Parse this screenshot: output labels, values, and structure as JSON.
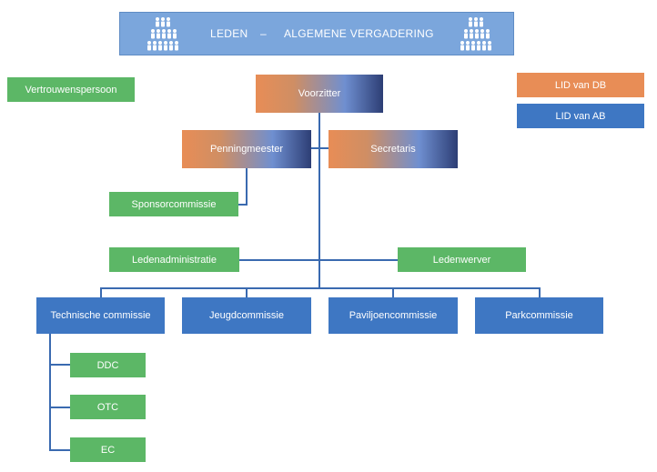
{
  "header": {
    "part1": "LEDEN",
    "separator": "–",
    "part2": "ALGEMENE VERGADERING",
    "icon": "people-group-icon"
  },
  "legend": {
    "db": "LID van DB",
    "ab": "LID van AB"
  },
  "nodes": {
    "vertrouwenspersoon": "Vertrouwenspersoon",
    "voorzitter": "Voorzitter",
    "penningmeester": "Penningmeester",
    "secretaris": "Secretaris",
    "sponsorcommissie": "Sponsorcommissie",
    "ledenadministratie": "Ledenadministratie",
    "ledenwerver": "Ledenwerver",
    "technische_commissie": "Technische commissie",
    "jeugdcommissie": "Jeugdcommissie",
    "paviljoencommissie": "Paviljoencommissie",
    "parkcommissie": "Parkcommissie",
    "ddc": "DDC",
    "otc": "OTC",
    "ec": "EC"
  },
  "colors": {
    "green": "#5cb766",
    "blue": "#3e77c3",
    "orange": "#e88d56",
    "dark_blue": "#2d3e75",
    "header": "#7ba6dc"
  }
}
